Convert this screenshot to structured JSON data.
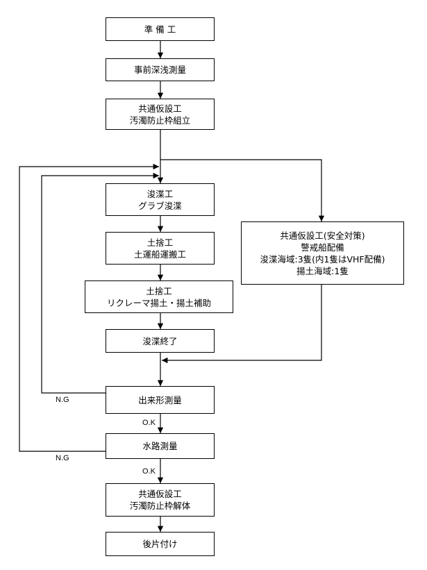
{
  "steps": {
    "preparation": [
      "準 備 工"
    ],
    "pre_survey": [
      "事前深浅測量"
    ],
    "temp_setup": [
      "共通仮設工",
      "汚濁防止枠組立"
    ],
    "dredging": [
      "浚渫工",
      "グラブ浚渫"
    ],
    "soil_transport": [
      "土捨工",
      "土運船運搬工"
    ],
    "soil_reclaim": [
      "土捨工",
      "リクレーマ揚土・揚土補助"
    ],
    "dredge_end": [
      "浚渫終了"
    ],
    "form_survey": [
      "出来形測量"
    ],
    "channel_survey": [
      "水路測量"
    ],
    "temp_removal": [
      "共通仮設工",
      "汚濁防止枠解体"
    ],
    "cleanup": [
      "後片付け"
    ],
    "safety": [
      "共通仮設工(安全対策)",
      "警戒船配備",
      "浚渫海域:3隻(内1隻はVHF配備)",
      "揚土海域:1隻"
    ]
  },
  "labels": {
    "ng1": "N.G",
    "ok1": "O.K",
    "ng2": "N.G",
    "ok2": "O.K"
  }
}
